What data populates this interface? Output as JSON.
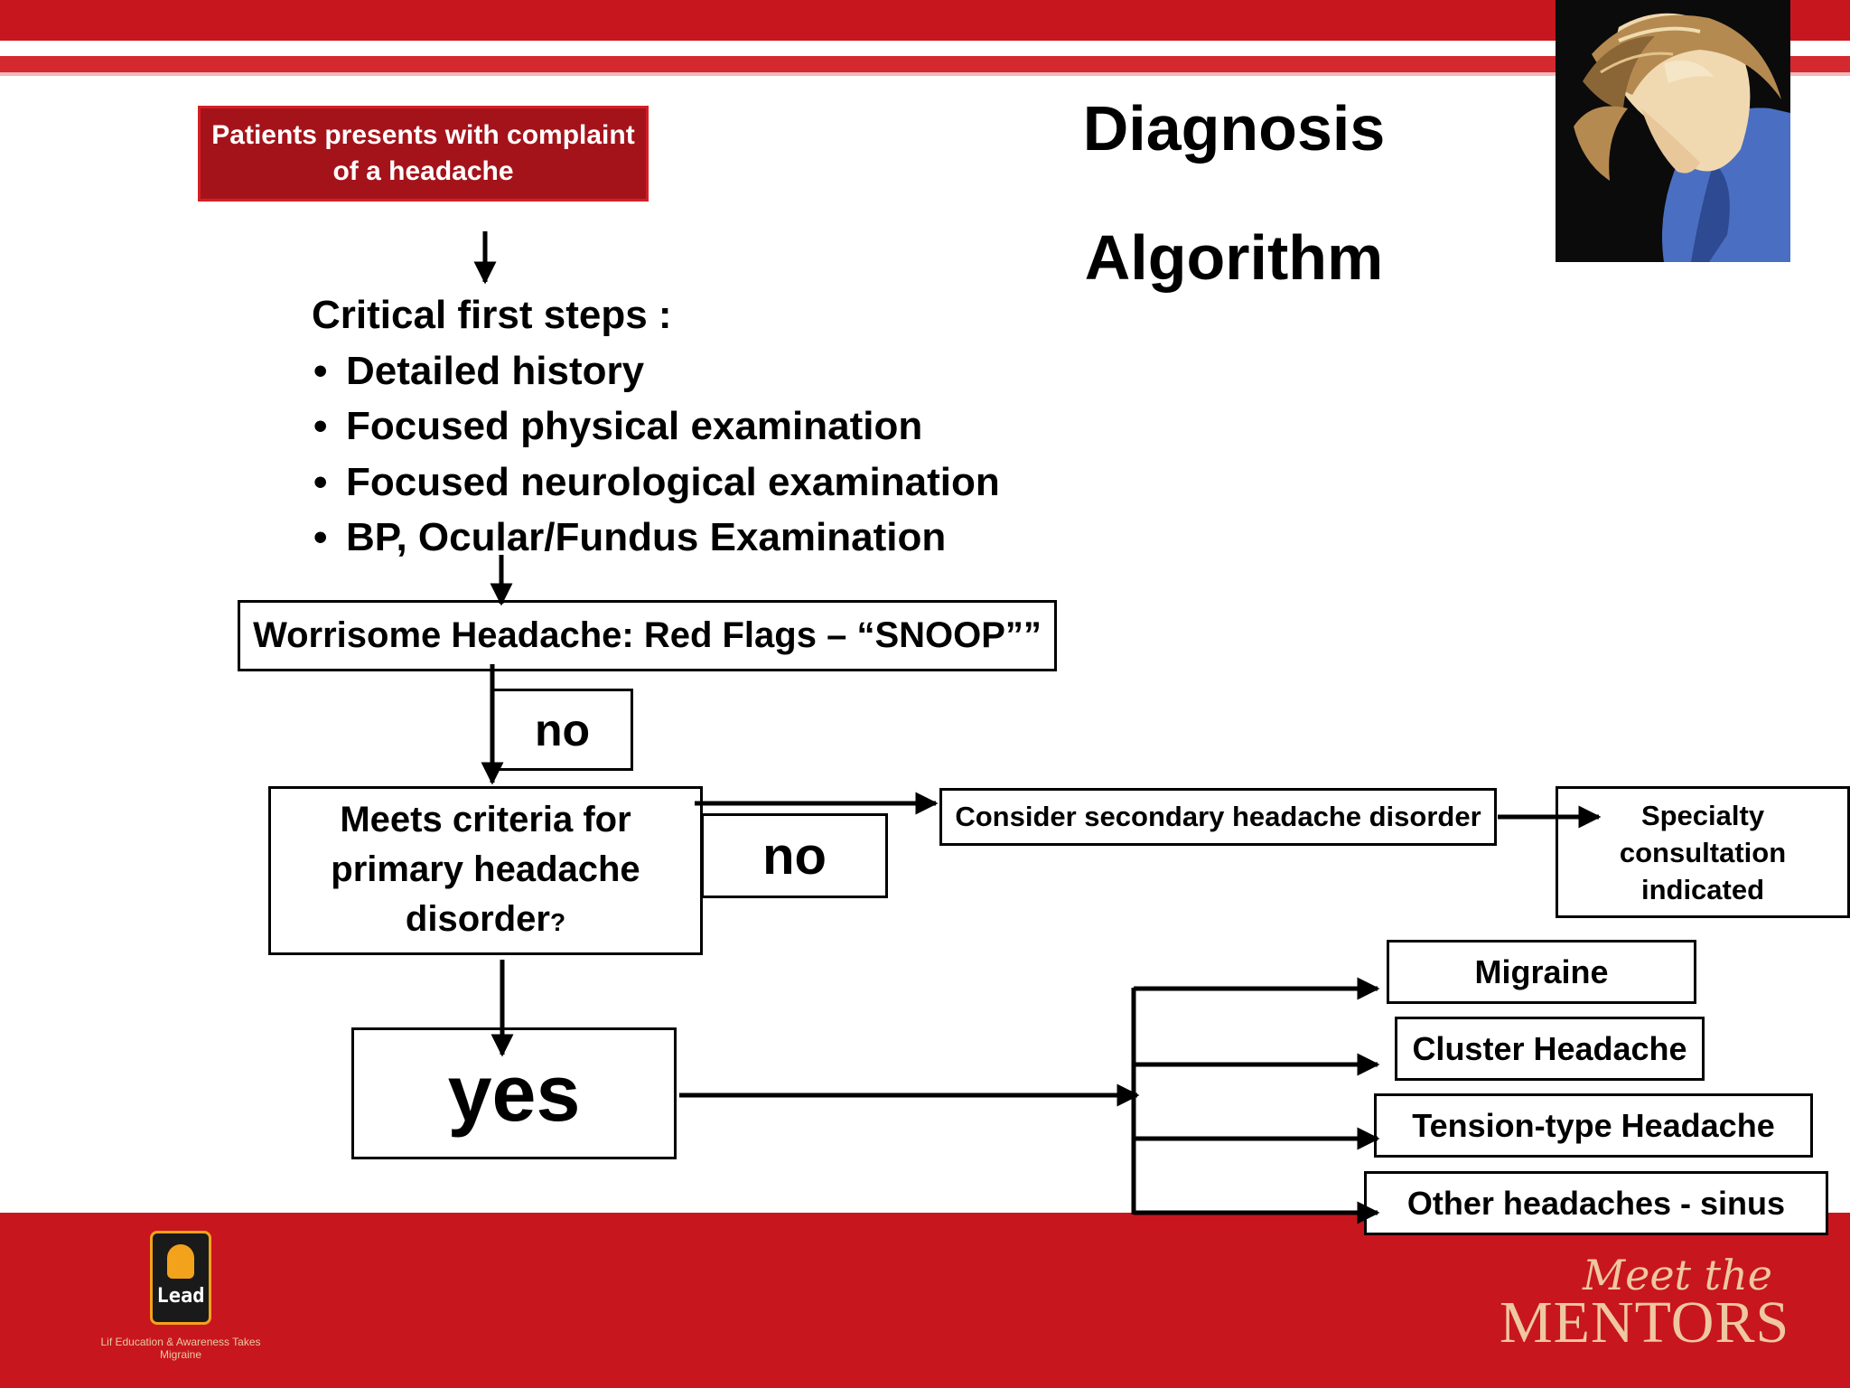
{
  "title": {
    "line1": "Diagnosis",
    "line2": "Algorithm"
  },
  "start": {
    "line1": "Patients presents with complaint",
    "line2": "of a headache"
  },
  "critical_steps": {
    "heading": "Critical first steps :",
    "items": [
      "Detailed history",
      "Focused physical examination",
      "Focused neurological examination",
      "BP, Ocular/Fundus Examination"
    ]
  },
  "red_flags": "Worrisome Headache: Red Flags – “SNOOP””",
  "no_label_1": "no",
  "primary_criteria": {
    "line1": "Meets criteria for",
    "line2": "primary headache",
    "line3": "disorder",
    "qmark": "?"
  },
  "no_label_2": "no",
  "secondary": "Consider secondary headache disorder",
  "specialty": {
    "line1": "Specialty",
    "line2": "consultation",
    "line3": "indicated"
  },
  "yes_label": "yes",
  "outcomes": [
    "Migraine",
    "Cluster Headache",
    "Tension-type Headache",
    "Other headaches - sinus"
  ],
  "footer": {
    "logo_word": "Lead",
    "logo_tagline": "Lif Education & Awareness Takes Migraine",
    "mentors_top": "Meet the",
    "mentors_bottom": "MENTORS"
  },
  "colors": {
    "brand_red": "#c8161e",
    "start_box": "#a4131a",
    "logo_orange": "#f3a21c",
    "mentors_gold": "#efc7a1"
  }
}
